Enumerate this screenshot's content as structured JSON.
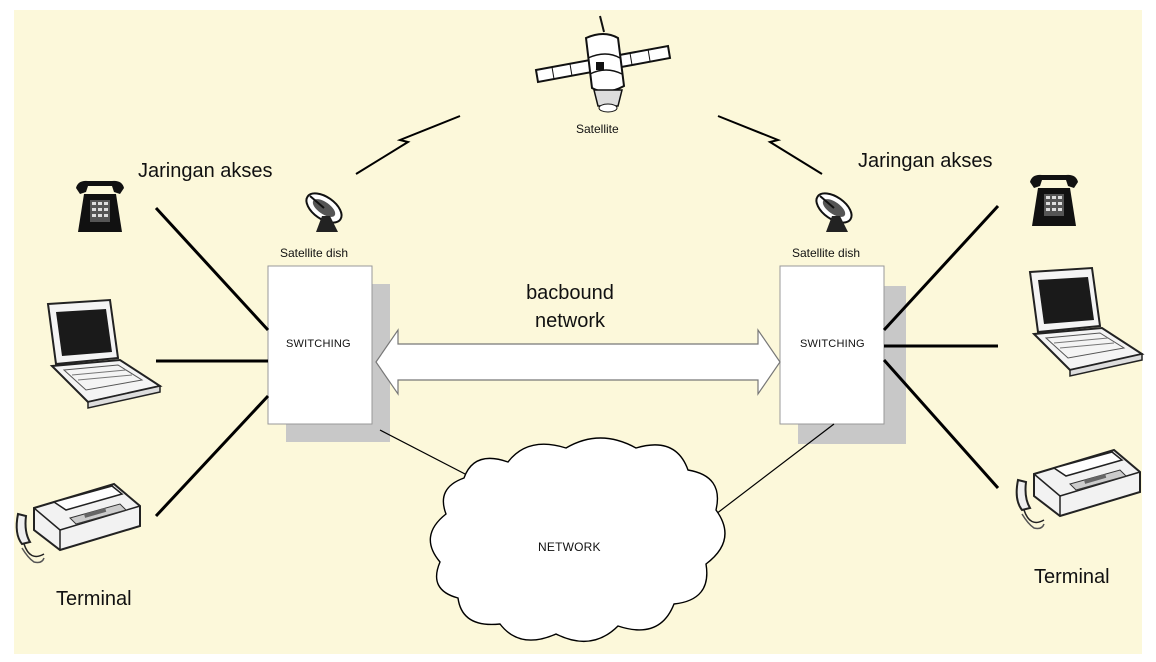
{
  "diagram": {
    "satellite_label": "Satellite",
    "left": {
      "access_label": "Jaringan akses",
      "dish_label": "Satellite dish",
      "switch_label": "SWITCHING",
      "terminal_label": "Terminal"
    },
    "right": {
      "access_label": "Jaringan akses",
      "dish_label": "Satellite dish",
      "switch_label": "SWITCHING",
      "terminal_label": "Terminal"
    },
    "backbone_label_1": "bacbound",
    "backbone_label_2": "network",
    "cloud_label": "NETWORK"
  },
  "colors": {
    "background": "#fcf8da",
    "box_fill": "#ffffff",
    "box_shadow": "#c8c8c8",
    "line": "#000000"
  },
  "icons": [
    "satellite-icon",
    "satellite-dish-icon",
    "telephone-icon",
    "laptop-icon",
    "fax-machine-icon",
    "lightning-bolt-icon",
    "cloud-icon",
    "double-arrow-icon"
  ]
}
